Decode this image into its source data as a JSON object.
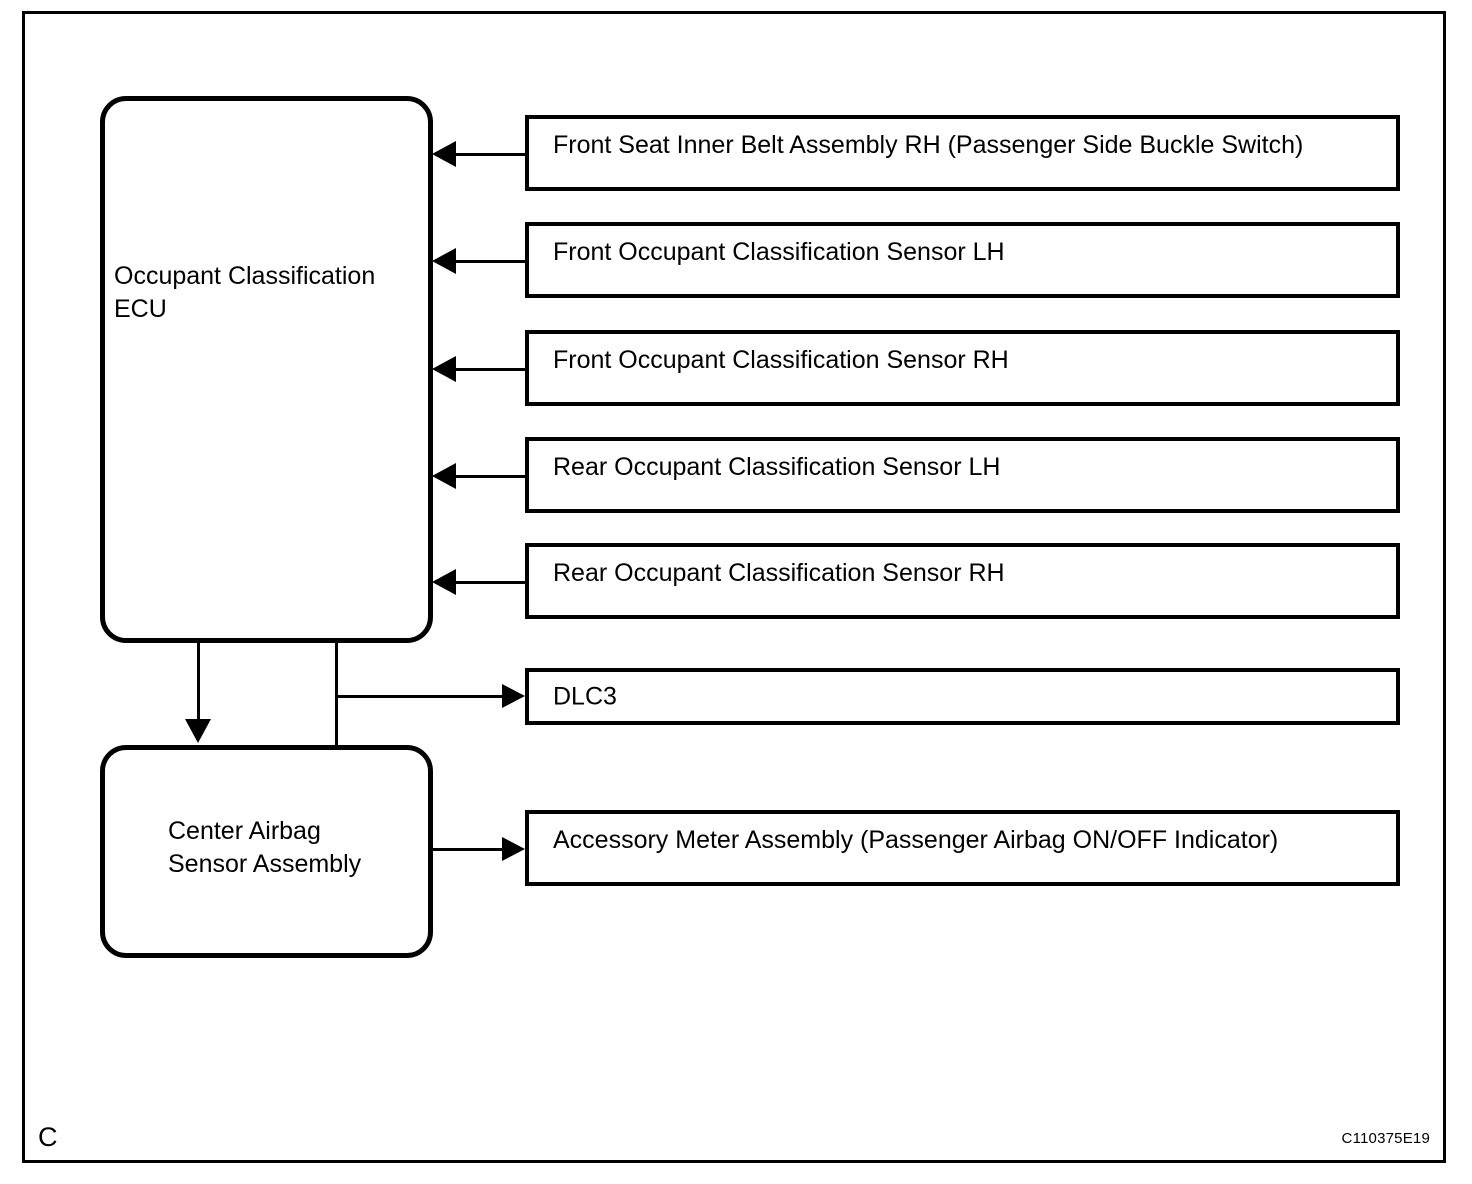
{
  "diagram": {
    "corner_mark": "C",
    "document_code": "C110375E19",
    "nodes": {
      "occupant_ecu": "Occupant Classification\nECU",
      "center_airbag": "Center Airbag\nSensor Assembly"
    },
    "inputs": [
      {
        "label": "Front Seat Inner Belt Assembly RH (Passenger Side Buckle Switch)"
      },
      {
        "label": "Front Occupant Classification Sensor LH"
      },
      {
        "label": "Front Occupant Classification Sensor RH"
      },
      {
        "label": "Rear Occupant Classification Sensor LH"
      },
      {
        "label": "Rear Occupant Classification Sensor RH"
      }
    ],
    "outputs": [
      {
        "label": "DLC3"
      },
      {
        "label": "Accessory Meter Assembly (Passenger Airbag ON/OFF Indicator)"
      }
    ]
  }
}
